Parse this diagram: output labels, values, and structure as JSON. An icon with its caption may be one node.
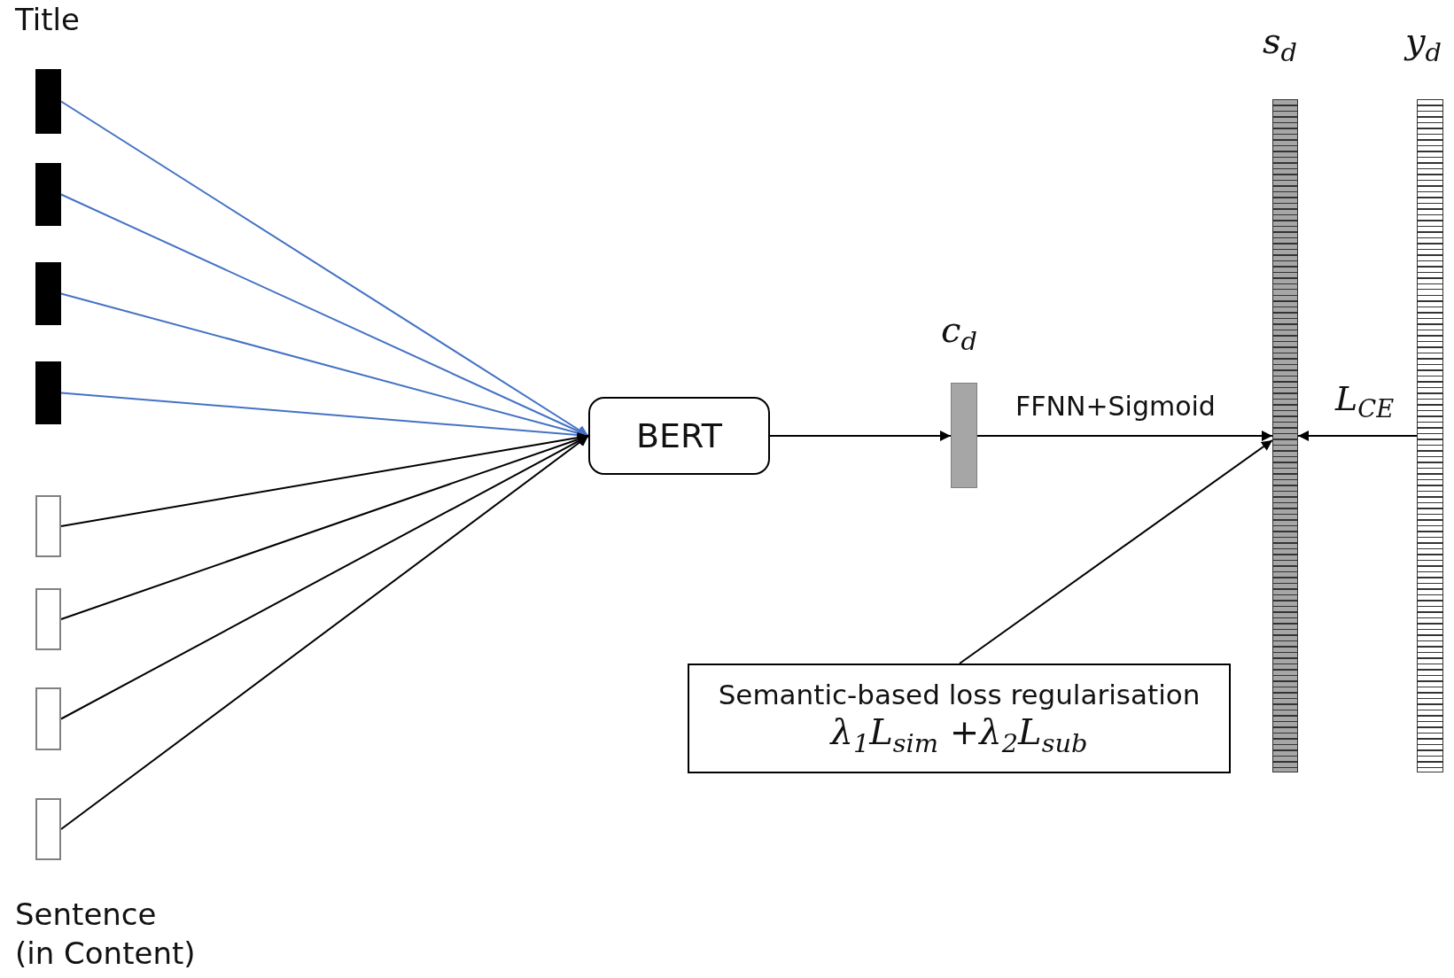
{
  "diagram": {
    "nodes": [
      {
        "text": [],
        "shape": "bar"
      },
      {
        "text": [],
        "shape": "bar"
      },
      {
        "text": [],
        "shape": "bar"
      },
      {
        "text": [],
        "shape": "bar"
      },
      {
        "text": [],
        "shape": "bar"
      },
      {
        "text": [],
        "shape": "bar"
      },
      {
        "text": [],
        "shape": "bar"
      },
      {
        "text": [],
        "shape": "bar"
      },
      {
        "text": [
          "BERT"
        ]
      },
      {
        "text": [],
        "shape": "bar",
        "beside": [
          "c$_{d}$"
        ]
      },
      {
        "text": [],
        "shape": "bar",
        "beside": [
          "s$_{d}$"
        ]
      },
      {
        "text": [],
        "shape": "bar",
        "beside": [
          "y$_{d}$"
        ]
      },
      {
        "text": [
          "Semantic-based loss regularisation",
          "λ$_{1}$L$_{sim}$ +λ$_{2}$L$_{sub}$"
        ]
      }
    ],
    "edges": [
      {
        "from": 0,
        "to": 8,
        "arrow": "to",
        "color": "#4472c4"
      },
      {
        "from": 1,
        "to": 8,
        "arrow": "to",
        "color": "#4472c4"
      },
      {
        "from": 2,
        "to": 8,
        "arrow": "to",
        "color": "#4472c4"
      },
      {
        "from": 3,
        "to": 8,
        "arrow": "to",
        "color": "#4472c4"
      },
      {
        "from": 4,
        "to": 8,
        "arrow": "to"
      },
      {
        "from": 5,
        "to": 8,
        "arrow": "to"
      },
      {
        "from": 6,
        "to": 8,
        "arrow": "to"
      },
      {
        "from": 7,
        "to": 8,
        "arrow": "to"
      },
      {
        "from": 8,
        "to": 9,
        "arrow": "to"
      },
      {
        "from": 9,
        "to": 10,
        "arrow": "to",
        "label": "FFNN+Sigmoid"
      },
      {
        "from": 11,
        "to": 10,
        "arrow": "to",
        "label": "L$_{CE}$"
      },
      {
        "from": 12,
        "to": 10,
        "arrow": "to"
      }
    ],
    "labels": [
      "Title",
      "Sentence (in Content)"
    ]
  }
}
